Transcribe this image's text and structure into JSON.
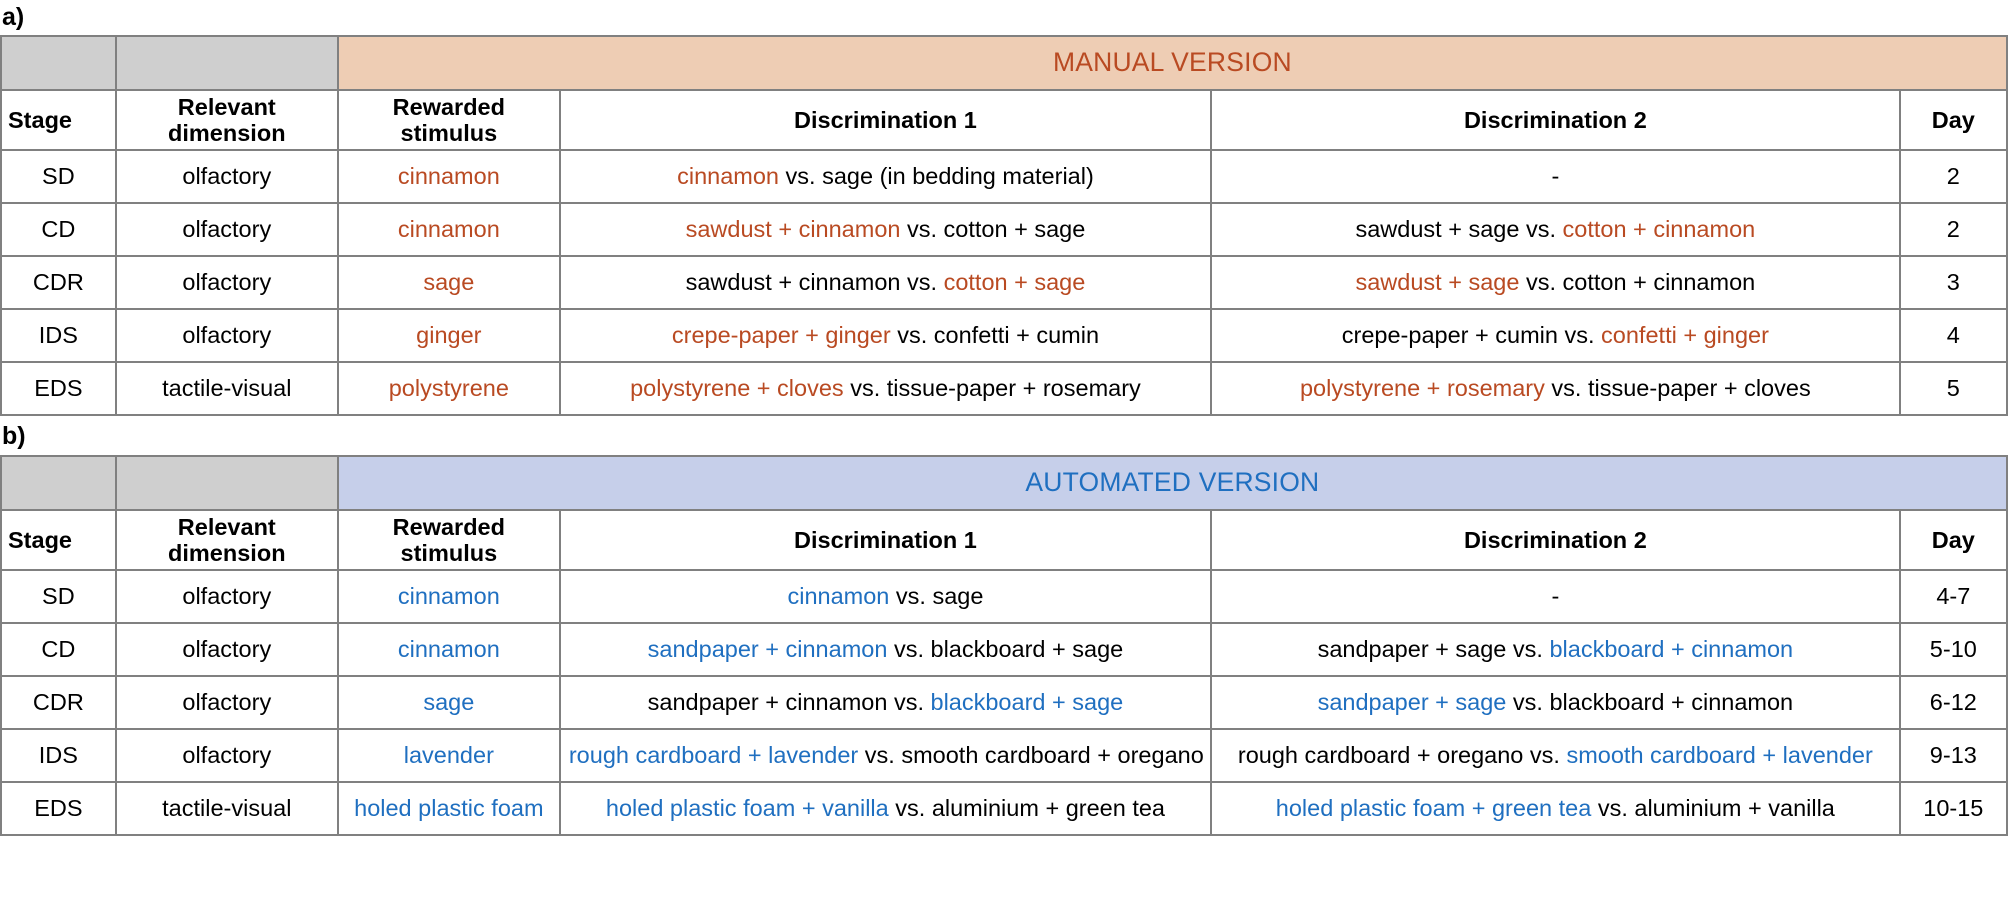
{
  "panels": {
    "a": {
      "label": "a)"
    },
    "b": {
      "label": "b)"
    }
  },
  "accent_colors": {
    "manual_text": "#b94a22",
    "manual_banner_bg": "#eecdb4",
    "automated_text": "#1f6fc0",
    "automated_banner_bg": "#c6cfea",
    "corner_bg": "#cfcfcf",
    "border": "#808080"
  },
  "columns": {
    "stage": "Stage",
    "relevant_dimension": "Relevant\ndimension",
    "relevant_dimension_line1": "Relevant",
    "relevant_dimension_line2": "dimension",
    "rewarded_stimulus_line1": "Rewarded",
    "rewarded_stimulus_line2": "stimulus",
    "discrimination_1": "Discrimination 1",
    "discrimination_2": "Discrimination 2",
    "day": "Day"
  },
  "table_manual": {
    "banner": "MANUAL VERSION",
    "rows": [
      {
        "stage": "SD",
        "dimension": "olfactory",
        "stimulus": [
          {
            "t": "cinnamon",
            "hl": true
          }
        ],
        "disc1": [
          {
            "t": "cinnamon",
            "hl": true
          },
          {
            "t": " vs. sage (in bedding material)",
            "hl": false
          }
        ],
        "disc2": [
          {
            "t": "-",
            "hl": false
          }
        ],
        "day": "2"
      },
      {
        "stage": "CD",
        "dimension": "olfactory",
        "stimulus": [
          {
            "t": "cinnamon",
            "hl": true
          }
        ],
        "disc1": [
          {
            "t": "sawdust + cinnamon",
            "hl": true
          },
          {
            "t": " vs. cotton + sage",
            "hl": false
          }
        ],
        "disc2": [
          {
            "t": "sawdust + sage vs. ",
            "hl": false
          },
          {
            "t": "cotton + cinnamon",
            "hl": true
          }
        ],
        "day": "2"
      },
      {
        "stage": "CDR",
        "dimension": "olfactory",
        "stimulus": [
          {
            "t": "sage",
            "hl": true
          }
        ],
        "disc1": [
          {
            "t": "sawdust + cinnamon vs. ",
            "hl": false
          },
          {
            "t": "cotton + sage",
            "hl": true
          }
        ],
        "disc2": [
          {
            "t": "sawdust + sage",
            "hl": true
          },
          {
            "t": " vs. cotton + cinnamon",
            "hl": false
          }
        ],
        "day": "3"
      },
      {
        "stage": "IDS",
        "dimension": "olfactory",
        "stimulus": [
          {
            "t": "ginger",
            "hl": true
          }
        ],
        "disc1": [
          {
            "t": "crepe-paper + ginger",
            "hl": true
          },
          {
            "t": " vs. confetti + cumin",
            "hl": false
          }
        ],
        "disc2": [
          {
            "t": "crepe-paper + cumin vs. ",
            "hl": false
          },
          {
            "t": "confetti + ginger",
            "hl": true
          }
        ],
        "day": "4"
      },
      {
        "stage": "EDS",
        "dimension": "tactile-visual",
        "stimulus": [
          {
            "t": "polystyrene",
            "hl": true
          }
        ],
        "disc1": [
          {
            "t": "polystyrene + cloves",
            "hl": true
          },
          {
            "t": " vs. tissue-paper + rosemary",
            "hl": false
          }
        ],
        "disc2": [
          {
            "t": "polystyrene + rosemary",
            "hl": true
          },
          {
            "t": " vs. tissue-paper + cloves",
            "hl": false
          }
        ],
        "day": "5"
      }
    ]
  },
  "table_automated": {
    "banner": "AUTOMATED VERSION",
    "rows": [
      {
        "stage": "SD",
        "dimension": "olfactory",
        "stimulus": [
          {
            "t": "cinnamon",
            "hl": true
          }
        ],
        "disc1": [
          {
            "t": "cinnamon",
            "hl": true
          },
          {
            "t": " vs. sage",
            "hl": false
          }
        ],
        "disc2": [
          {
            "t": "-",
            "hl": false
          }
        ],
        "day": "4-7"
      },
      {
        "stage": "CD",
        "dimension": "olfactory",
        "stimulus": [
          {
            "t": "cinnamon",
            "hl": true
          }
        ],
        "disc1": [
          {
            "t": "sandpaper + cinnamon",
            "hl": true
          },
          {
            "t": " vs. blackboard + sage",
            "hl": false
          }
        ],
        "disc2": [
          {
            "t": "sandpaper + sage vs. ",
            "hl": false
          },
          {
            "t": "blackboard + cinnamon",
            "hl": true
          }
        ],
        "day": "5-10"
      },
      {
        "stage": "CDR",
        "dimension": "olfactory",
        "stimulus": [
          {
            "t": "sage",
            "hl": true
          }
        ],
        "disc1": [
          {
            "t": "sandpaper + cinnamon vs. ",
            "hl": false
          },
          {
            "t": "blackboard + sage",
            "hl": true
          }
        ],
        "disc2": [
          {
            "t": "sandpaper + sage",
            "hl": true
          },
          {
            "t": " vs. blackboard + cinnamon",
            "hl": false
          }
        ],
        "day": "6-12"
      },
      {
        "stage": "IDS",
        "dimension": "olfactory",
        "stimulus": [
          {
            "t": "lavender",
            "hl": true
          }
        ],
        "disc1": [
          {
            "t": "rough cardboard + lavender",
            "hl": true
          },
          {
            "t": " vs. smooth cardboard + oregano",
            "hl": false
          }
        ],
        "disc2": [
          {
            "t": "rough cardboard + oregano vs. ",
            "hl": false
          },
          {
            "t": "smooth cardboard + lavender",
            "hl": true
          }
        ],
        "day": "9-13"
      },
      {
        "stage": "EDS",
        "dimension": "tactile-visual",
        "stimulus": [
          {
            "t": "holed plastic foam",
            "hl": true
          }
        ],
        "disc1": [
          {
            "t": "holed plastic foam + vanilla",
            "hl": true
          },
          {
            "t": " vs. aluminium + green tea",
            "hl": false
          }
        ],
        "disc2": [
          {
            "t": "holed plastic foam + green tea",
            "hl": true
          },
          {
            "t": " vs. aluminium + vanilla",
            "hl": false
          }
        ],
        "day": "10-15"
      }
    ]
  }
}
